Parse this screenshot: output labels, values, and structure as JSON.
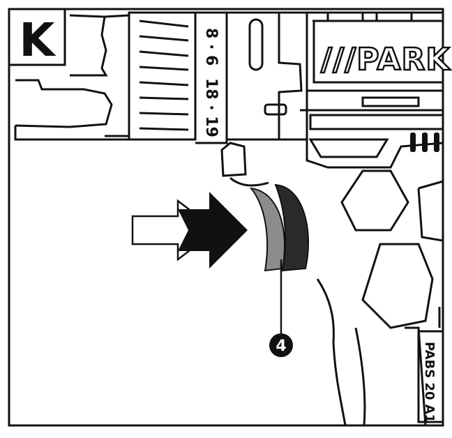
{
  "figure": {
    "step_letter": "K",
    "brand_text": "///PARK",
    "gear_label_top": "8 · 6",
    "gear_label_bottom": "18 · 19",
    "model_text": "PABS 20 A1",
    "callout_number": "4",
    "colors": {
      "ink": "#111111",
      "switch_dark": "#2a2a2a",
      "switch_light": "#8c8c8c",
      "background": "#ffffff"
    },
    "icons": [
      "direction-arrow-outline-icon",
      "direction-arrow-solid-icon",
      "callout-badge-icon"
    ]
  }
}
